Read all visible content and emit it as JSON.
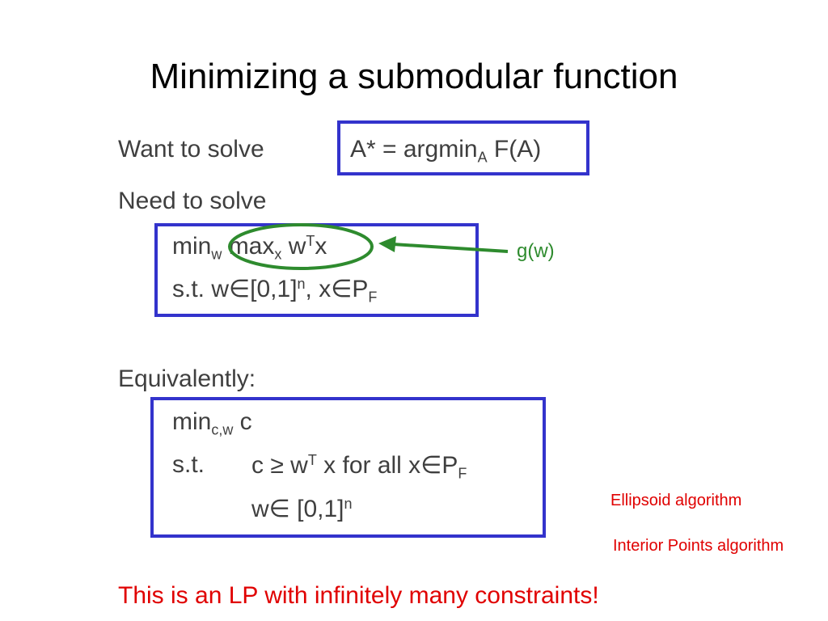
{
  "slide": {
    "title": "Minimizing a submodular function",
    "want_label": "Want to solve",
    "want_formula": {
      "prefix": "A* = argmin",
      "sub": "A",
      "suffix": " F(A)"
    },
    "need_label": "Need to solve",
    "need_formula": {
      "line1": {
        "min": "min",
        "min_sub": "w",
        "max": "max",
        "max_sub": "x",
        "w": " w",
        "w_sup": "T",
        "x": "x"
      },
      "line2": {
        "st": "s.t. w",
        "elem1": "∈",
        "range": "[0,1]",
        "range_sup": "n",
        "mid": ", x",
        "elem2": "∈",
        "P": "P",
        "P_sub": "F"
      }
    },
    "g_label": "g(w)",
    "equiv_label": "Equivalently:",
    "equiv_formula": {
      "line1": {
        "min": "min",
        "min_sub": "c,w",
        "c": " c"
      },
      "line2": {
        "st": "s.t.",
        "c": "c ",
        "geq": "≥",
        "w": " w",
        "w_sup": "T",
        "rest": " x for all x",
        "elem": "∈",
        "P": "P",
        "P_sub": "F"
      },
      "line3": {
        "w": "w",
        "elem": "∈",
        "range": " [0,1]",
        "range_sup": "n"
      }
    },
    "side_notes": [
      "Ellipsoid algorithm",
      "Interior Points algorithm"
    ],
    "footer": "This is an LP with infinitely many constraints!"
  },
  "colors": {
    "box_border": "#3333cc",
    "ellipse_green": "#2e8b2e",
    "note_red": "#e00000",
    "body_text": "#3f3f3f"
  }
}
